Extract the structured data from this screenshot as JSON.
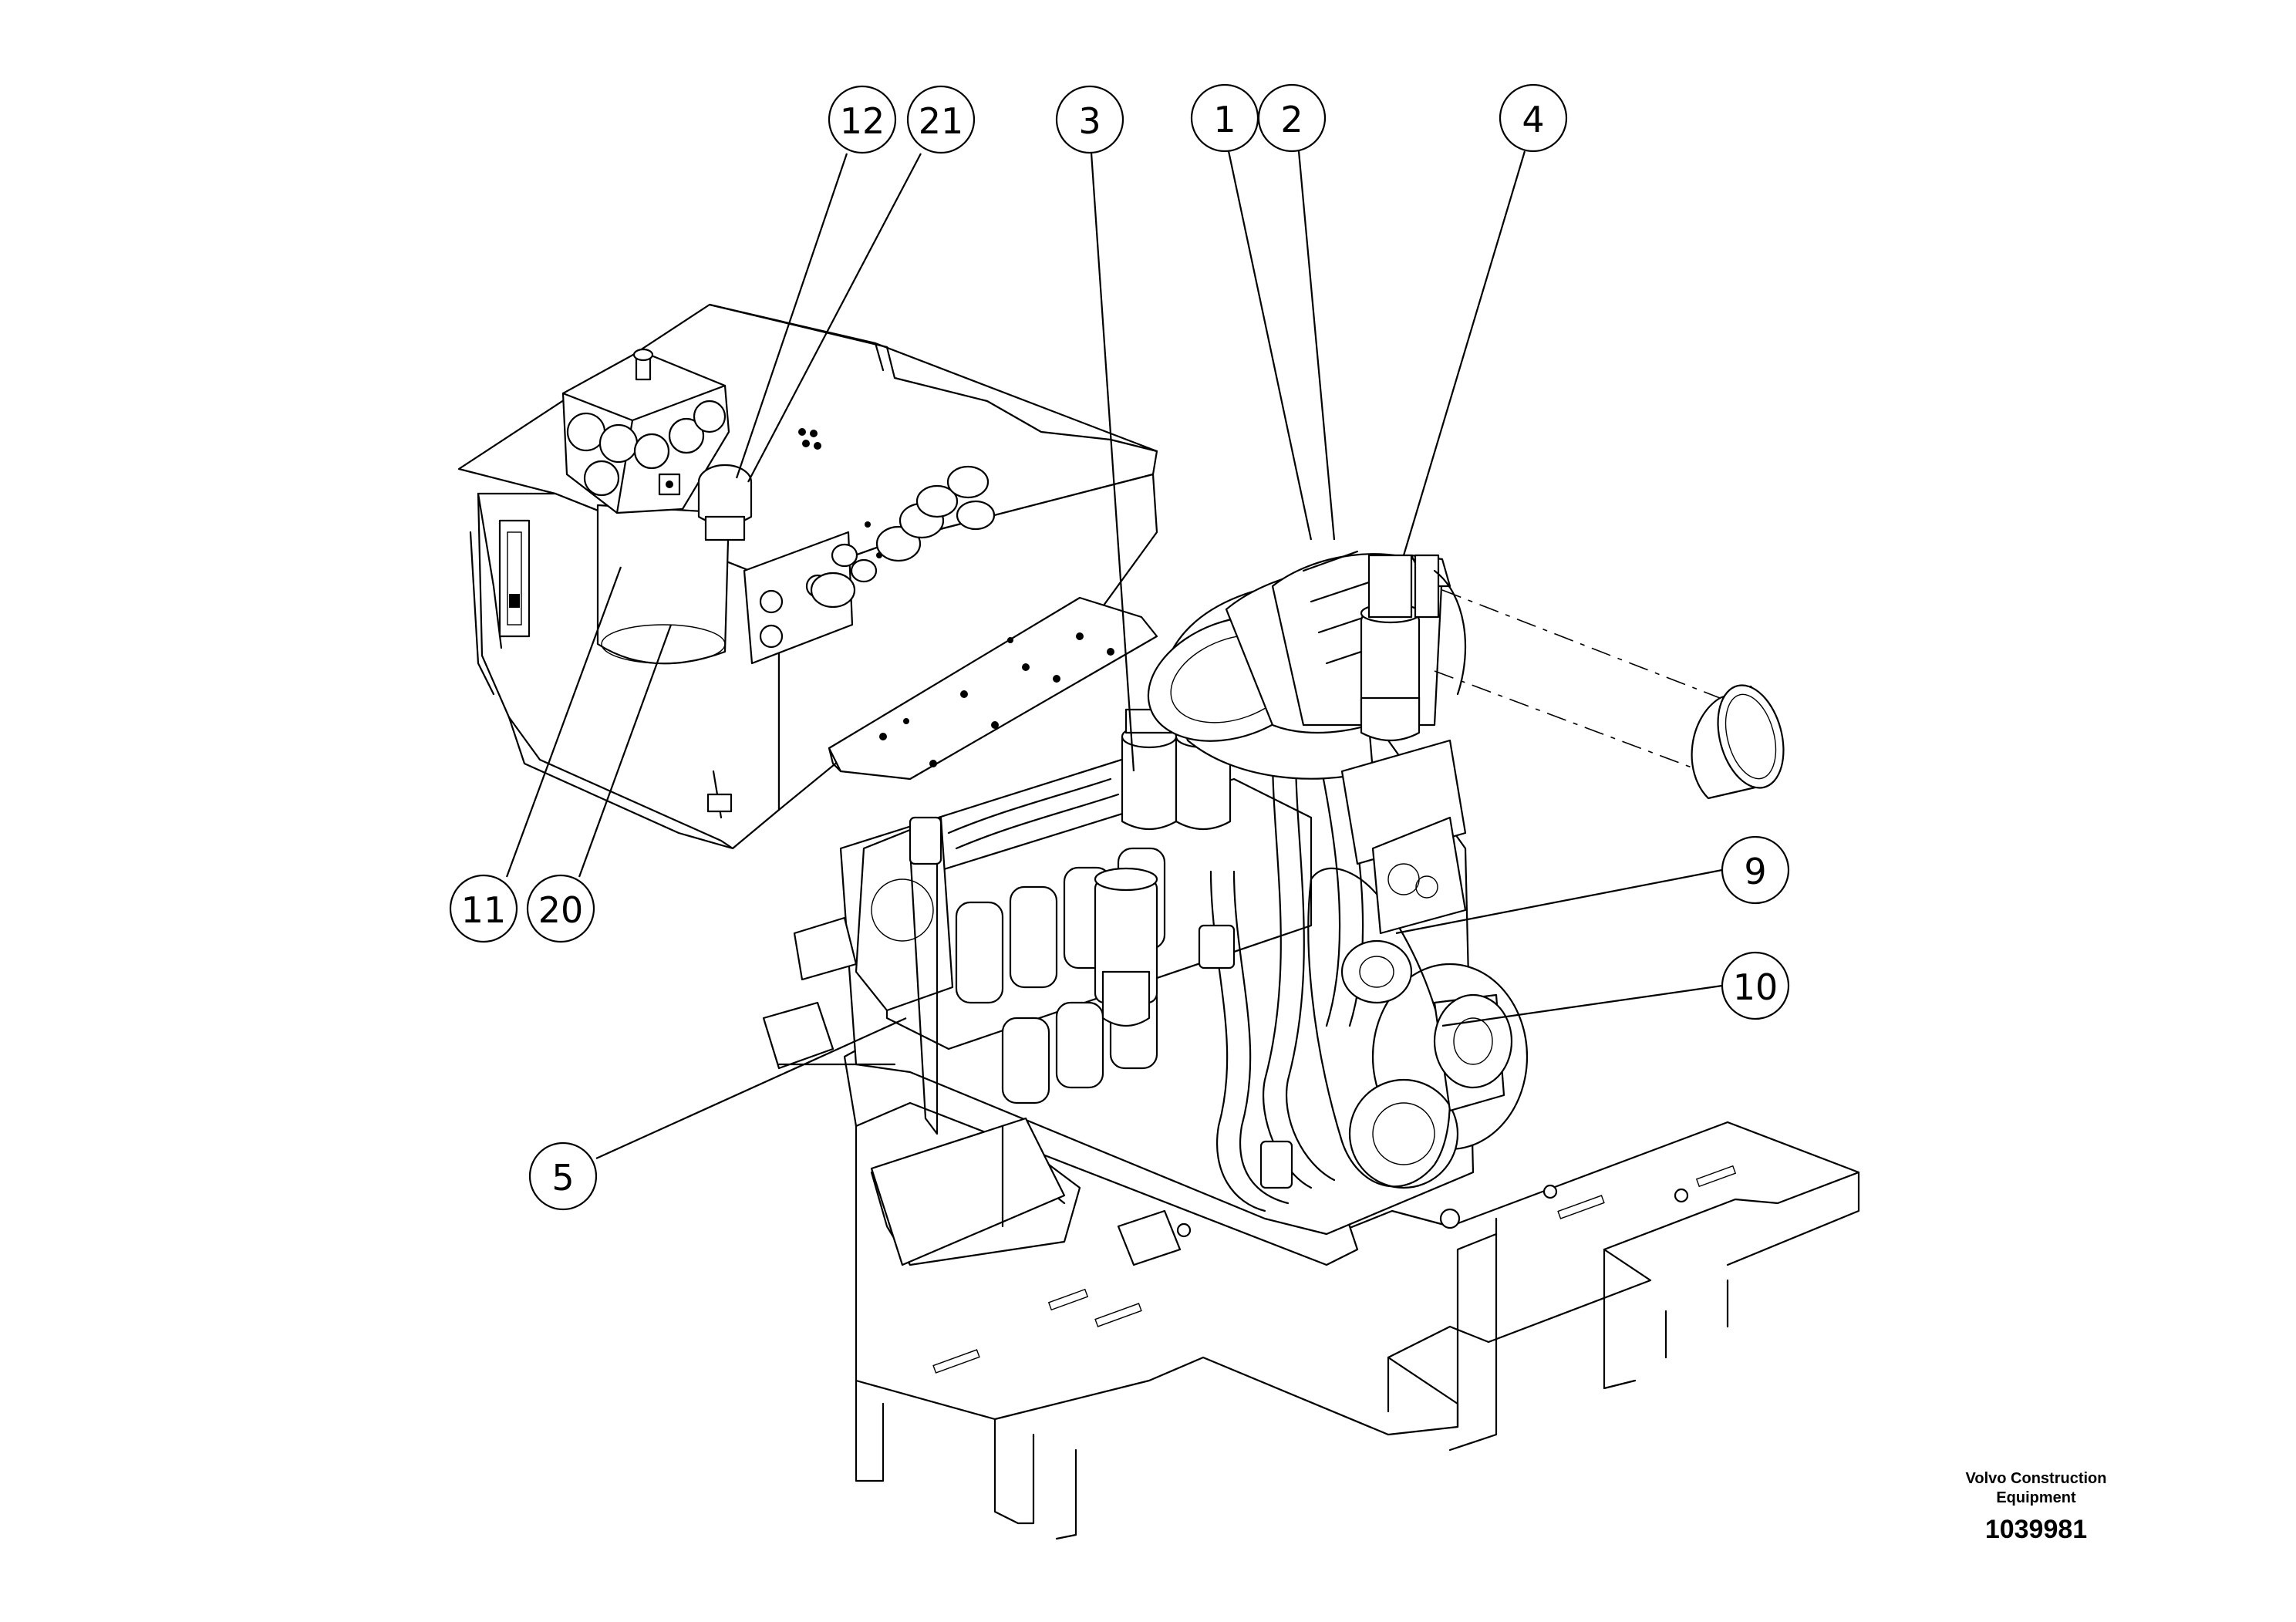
{
  "callouts": [
    {
      "label": "12"
    },
    {
      "label": "21"
    },
    {
      "label": "3"
    },
    {
      "label": "1"
    },
    {
      "label": "2"
    },
    {
      "label": "4"
    },
    {
      "label": "9"
    },
    {
      "label": "10"
    },
    {
      "label": "11"
    },
    {
      "label": "20"
    },
    {
      "label": "5"
    }
  ],
  "footer": {
    "company_line1": "Volvo Construction",
    "company_line2": "Equipment",
    "doc_number": "1039981"
  }
}
